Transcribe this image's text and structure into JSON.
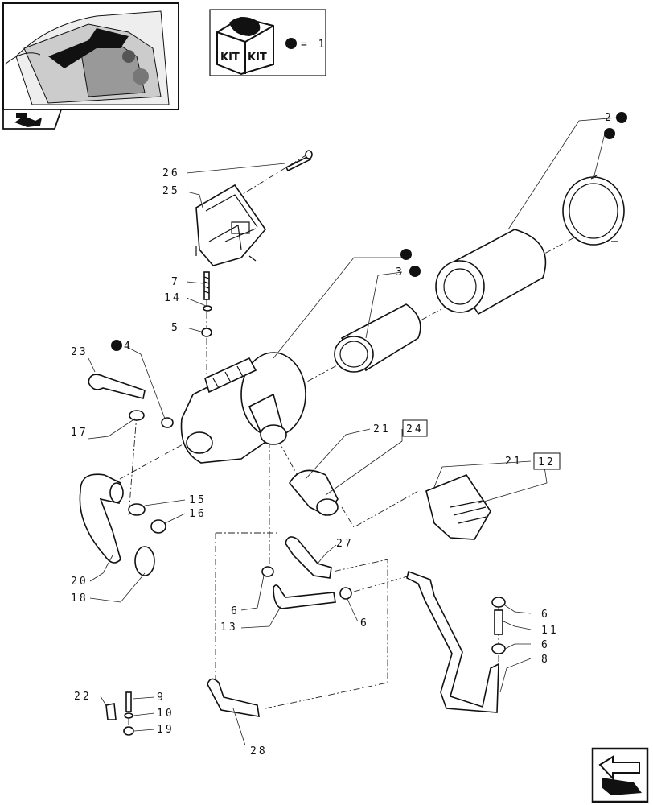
{
  "kit_box": {
    "kit_label_left": "KIT",
    "kit_label_right": "KIT",
    "legend_equals": "= 1"
  },
  "labels": {
    "l2": "2",
    "l3": "3",
    "l4": "4",
    "l5": "5",
    "l6a": "6",
    "l6b": "6",
    "l6c": "6",
    "l6d": "6",
    "l7": "7",
    "l8": "8",
    "l9": "9",
    "l10": "10",
    "l11": "11",
    "l12": "12",
    "l13": "13",
    "l14": "14",
    "l15": "15",
    "l16": "16",
    "l17": "17",
    "l18": "18",
    "l19": "19",
    "l20": "20",
    "l21a": "21",
    "l21b": "21",
    "l22": "22",
    "l23": "23",
    "l24": "24",
    "l25": "25",
    "l26": "26",
    "l27": "27",
    "l28": "28"
  },
  "icons": {
    "thumbnail": "engine-thumbnail-icon",
    "nav_prev": "previous-page-icon",
    "nav_next": "next-page-arrow-icon",
    "kit": "kit-box-icon",
    "kit_dot": "kit-dot-icon"
  }
}
